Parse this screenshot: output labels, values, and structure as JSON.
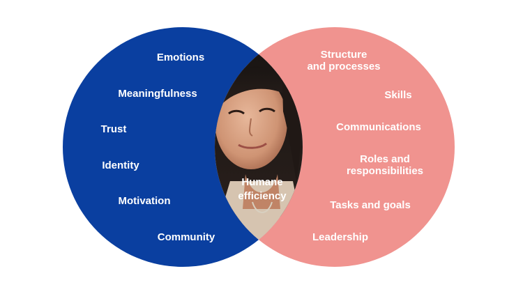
{
  "diagram": {
    "colors": {
      "left_circle": "#0a3fa0",
      "right_circle": "#f0938f",
      "text": "#ffffff"
    },
    "left_labels": [
      "Emotions",
      "Meaningfulness",
      "Trust",
      "Identity",
      "Motivation",
      "Community"
    ],
    "right_labels": [
      [
        "Structure",
        "and processes"
      ],
      [
        "Skills"
      ],
      [
        "Communications"
      ],
      [
        "Roles and",
        "responsibilities"
      ],
      [
        "Tasks and goals"
      ],
      [
        "Leadership"
      ]
    ],
    "center_label": [
      "Humane",
      "efficiency"
    ],
    "overlap_image": "portrait-photo"
  }
}
